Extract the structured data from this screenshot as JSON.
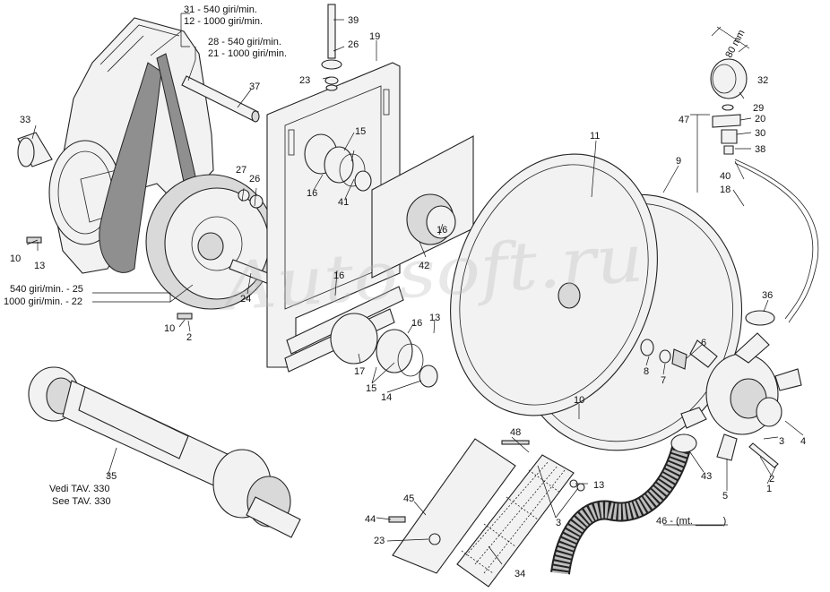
{
  "callouts": [
    {
      "id": "c1",
      "text": "1"
    },
    {
      "id": "c2a",
      "text": "2"
    },
    {
      "id": "c2b",
      "text": "2"
    },
    {
      "id": "c3a",
      "text": "3"
    },
    {
      "id": "c3b",
      "text": "3"
    },
    {
      "id": "c4",
      "text": "4"
    },
    {
      "id": "c5",
      "text": "5"
    },
    {
      "id": "c6",
      "text": "6"
    },
    {
      "id": "c7",
      "text": "7"
    },
    {
      "id": "c8",
      "text": "8"
    },
    {
      "id": "c9",
      "text": "9"
    },
    {
      "id": "c10a",
      "text": "10"
    },
    {
      "id": "c10b",
      "text": "10"
    },
    {
      "id": "c10c",
      "text": "10"
    },
    {
      "id": "c11",
      "text": "11"
    },
    {
      "id": "c13a",
      "text": "13"
    },
    {
      "id": "c13b",
      "text": "13"
    },
    {
      "id": "c13c",
      "text": "13"
    },
    {
      "id": "c14",
      "text": "14"
    },
    {
      "id": "c15a",
      "text": "15"
    },
    {
      "id": "c15b",
      "text": "15"
    },
    {
      "id": "c16a",
      "text": "16"
    },
    {
      "id": "c16b",
      "text": "16"
    },
    {
      "id": "c16c",
      "text": "16"
    },
    {
      "id": "c16d",
      "text": "16"
    },
    {
      "id": "c17",
      "text": "17"
    },
    {
      "id": "c18",
      "text": "18"
    },
    {
      "id": "c19",
      "text": "19"
    },
    {
      "id": "c20",
      "text": "20"
    },
    {
      "id": "c23a",
      "text": "23"
    },
    {
      "id": "c23b",
      "text": "23"
    },
    {
      "id": "c24",
      "text": "24"
    },
    {
      "id": "c26a",
      "text": "26"
    },
    {
      "id": "c26b",
      "text": "26"
    },
    {
      "id": "c27",
      "text": "27"
    },
    {
      "id": "c29",
      "text": "29"
    },
    {
      "id": "c30",
      "text": "30"
    },
    {
      "id": "c32",
      "text": "32"
    },
    {
      "id": "c33",
      "text": "33"
    },
    {
      "id": "c34",
      "text": "34"
    },
    {
      "id": "c35",
      "text": "35"
    },
    {
      "id": "c36",
      "text": "36"
    },
    {
      "id": "c37",
      "text": "37"
    },
    {
      "id": "c38",
      "text": "38"
    },
    {
      "id": "c39",
      "text": "39"
    },
    {
      "id": "c40",
      "text": "40"
    },
    {
      "id": "c41",
      "text": "41"
    },
    {
      "id": "c42",
      "text": "42"
    },
    {
      "id": "c43",
      "text": "43"
    },
    {
      "id": "c44",
      "text": "44"
    },
    {
      "id": "c45",
      "text": "45"
    },
    {
      "id": "c47",
      "text": "47"
    },
    {
      "id": "c48",
      "text": "48"
    }
  ],
  "notes": {
    "speed_31": "31 - 540 giri/min.",
    "speed_12": "12 - 1000 giri/min.",
    "speed_28": "28 - 540 giri/min.",
    "speed_21": "21 - 1000 giri/min.",
    "speed_25": "540 giri/min. - 25",
    "speed_22": "1000 giri/min. - 22",
    "vedi": "Vedi TAV. 330",
    "see": "See TAV. 330",
    "hose_46": "46 - (mt. _____)",
    "dim_80": "80 mm"
  },
  "watermark": "Autosoft.ru",
  "colors": {
    "ink": "#111111",
    "paper": "#ffffff",
    "part_fill": "#f2f2f2",
    "shade": "#d9d9d9",
    "watermark": "#b9b9b9"
  }
}
